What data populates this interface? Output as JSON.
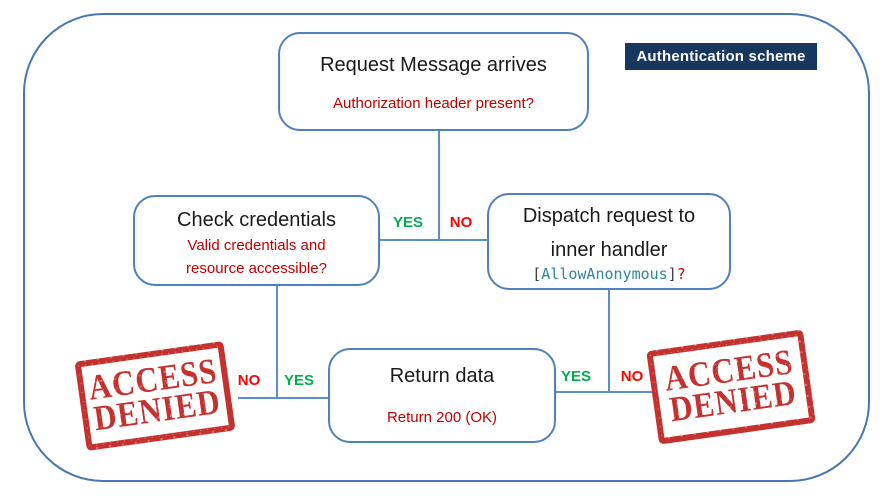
{
  "scheme_label": "Authentication scheme",
  "nodes": {
    "request": {
      "title": "Request Message arrives",
      "question": "Authorization header present?"
    },
    "check_credentials": {
      "title": "Check credentials",
      "question_line1": "Valid credentials and",
      "question_line2": "resource accessible?"
    },
    "dispatch": {
      "title_line1": "Dispatch request to",
      "title_line2": "inner handler",
      "code_open": "[",
      "code_name": "AllowAnonymous",
      "code_close": "]",
      "code_question": "?"
    },
    "return_data": {
      "title": "Return data",
      "question": "Return 200 (OK)"
    }
  },
  "branches": {
    "auth_yes": "YES",
    "auth_no": "NO",
    "cred_no": "NO",
    "cred_yes": "YES",
    "anon_yes": "YES",
    "anon_no": "NO"
  },
  "stamps": {
    "left": {
      "line1": "ACCESS",
      "line2": "DENIED"
    },
    "right": {
      "line1": "ACCESS",
      "line2": "DENIED"
    }
  },
  "colors": {
    "outer_border_blue": "#4878ae",
    "box_border_blue": "#4f81bd",
    "connector_blue": "#5b8fc9",
    "question_red": "#c00000",
    "yes_green": "#00b050",
    "no_red": "#ff0000",
    "badge_navy": "#17375e",
    "badge_text": "#ffffff",
    "stamp_red": "#c5312e",
    "code_teal": "#31859c"
  }
}
